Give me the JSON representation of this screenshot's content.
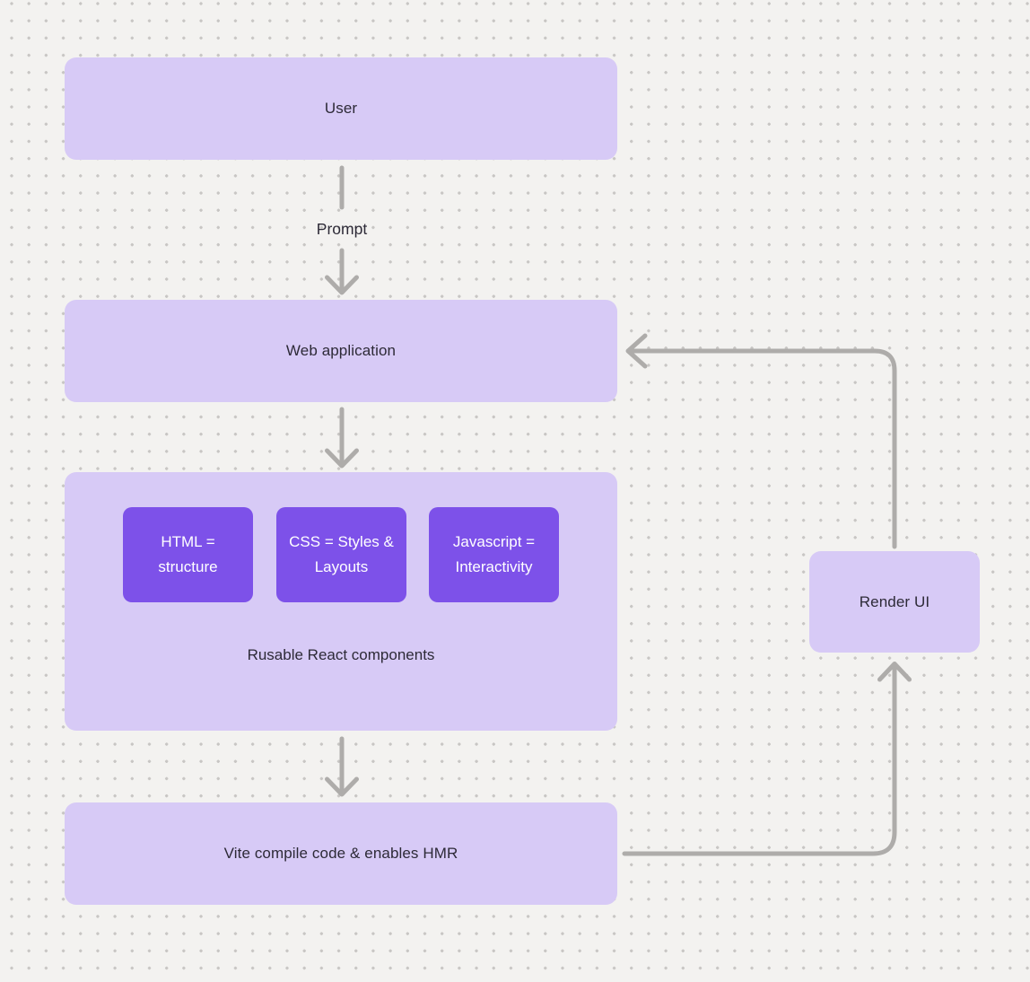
{
  "diagram": {
    "nodes": {
      "user": {
        "label": "User"
      },
      "web_application": {
        "label": "Web application"
      },
      "components": {
        "caption": "Rusable React components",
        "chips": [
          {
            "label": "HTML = structure"
          },
          {
            "label": "CSS = Styles & Layouts"
          },
          {
            "label": "Javascript = Interactivity"
          }
        ]
      },
      "vite": {
        "label": "Vite compile code & enables HMR"
      },
      "render_ui": {
        "label": "Render UI"
      }
    },
    "edges": {
      "user_to_webapp": {
        "label": "Prompt"
      }
    },
    "colors": {
      "node_fill": "#d7caf6",
      "chip_fill": "#7d51e9",
      "chip_text": "#ffffff",
      "text": "#2d2a37",
      "arrow": "#aeacaa",
      "background": "#f3f2f0",
      "grid_dot": "#c8c6c4"
    }
  }
}
